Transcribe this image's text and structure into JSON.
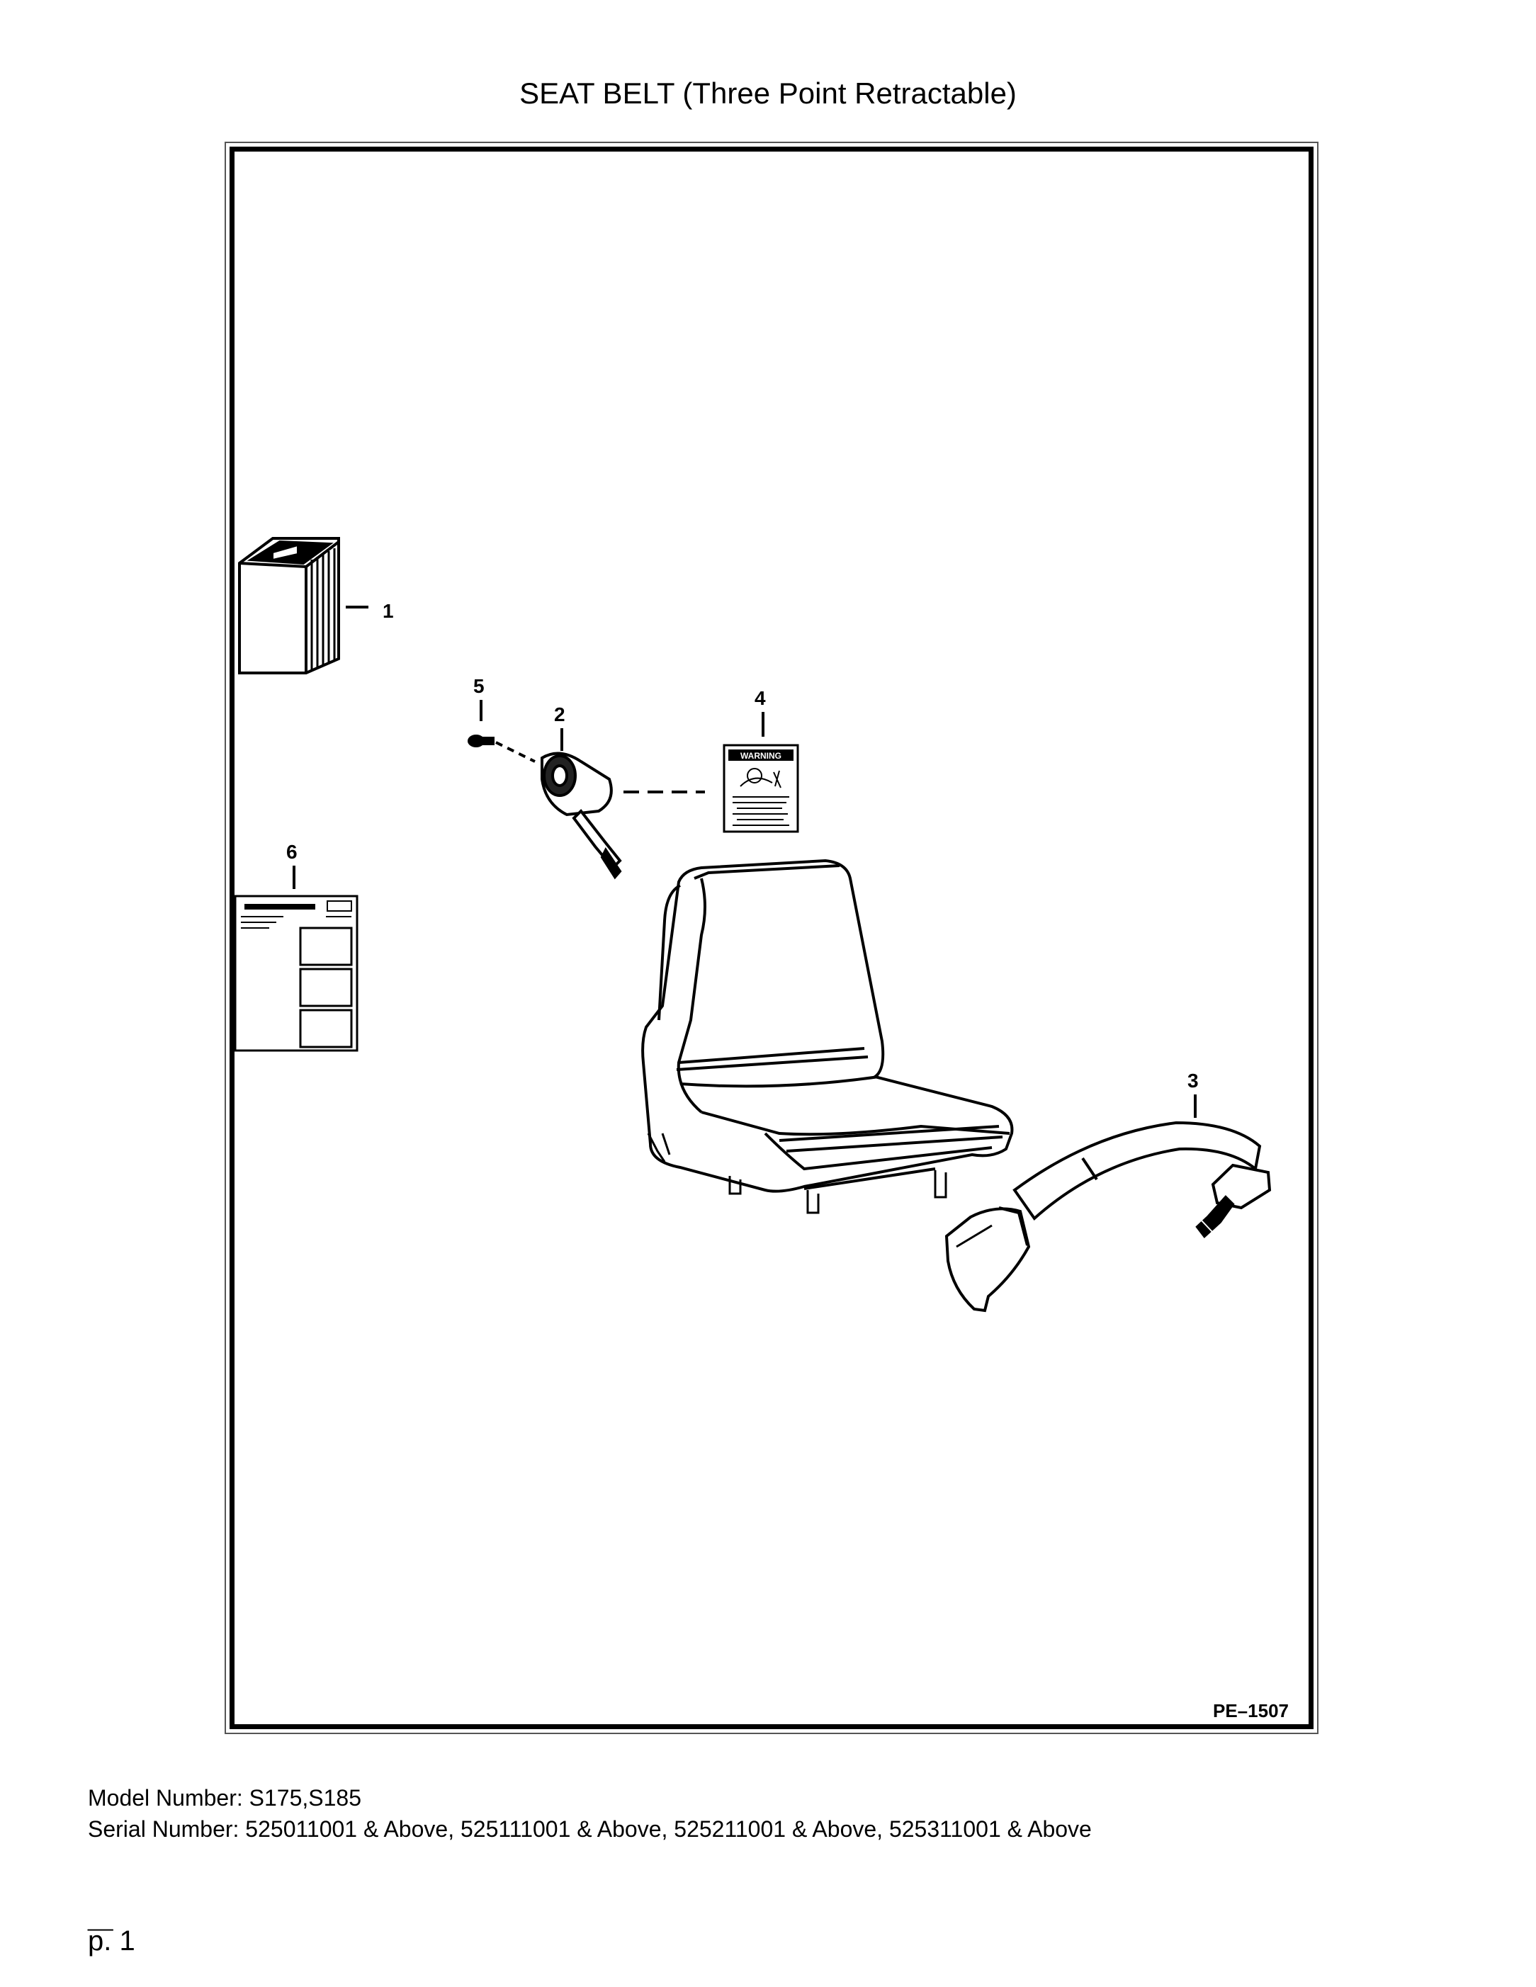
{
  "title": "SEAT BELT (Three Point Retractable)",
  "figure_id": "PE–1507",
  "callouts": [
    "1",
    "2",
    "3",
    "4",
    "5",
    "6"
  ],
  "decal_text": "WARNING",
  "footer": {
    "model": "Model Number: S175,S185",
    "serial": "Serial Number: 525011001 & Above, 525111001 & Above, 525211001 & Above, 525311001 & Above",
    "dash": "__",
    "page": "p. 1"
  }
}
